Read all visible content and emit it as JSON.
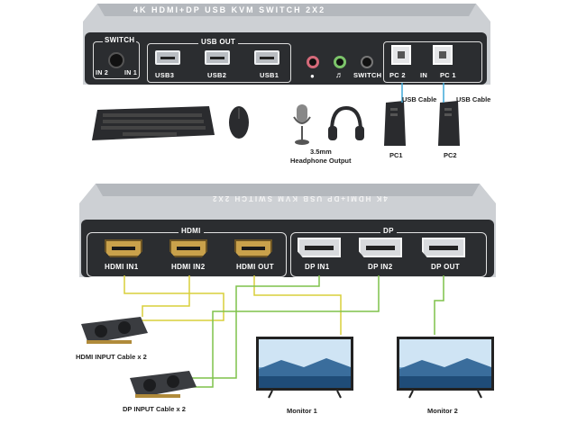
{
  "top_device": {
    "title": "4K HDMI+DP USB KVM SWITCH 2X2",
    "switch_group_label": "SWITCH",
    "in2_label": "IN 2",
    "in1_label": "IN 1",
    "usb_out_label": "USB OUT",
    "usb3_label": "USB3",
    "usb2_label": "USB2",
    "usb1_label": "USB1",
    "switch_jack_label": "SWITCH",
    "pc2_label": "PC 2",
    "in_label": "IN",
    "pc1_label": "PC 1"
  },
  "top_annotations": {
    "usb_cable_1": "USB Cable",
    "usb_cable_2": "USB Cable",
    "headphone_label_line1": "3.5mm",
    "headphone_label_line2": "Headphone Output",
    "pc1_label": "PC1",
    "pc2_label": "PC2"
  },
  "bottom_device": {
    "title": "4K HDMI+DP USB KVM SWITCH 2X2",
    "hdmi_group_label": "HDMI",
    "dp_group_label": "DP",
    "port_labels": [
      "HDMI IN1",
      "HDMI IN2",
      "HDMI OUT",
      "DP IN1",
      "DP IN2",
      "DP OUT"
    ]
  },
  "bottom_annotations": {
    "hdmi_input_cable": "HDMI INPUT Cable x 2",
    "dp_input_cable": "DP INPUT Cable x 2",
    "monitor1": "Monitor 1",
    "monitor2": "Monitor 2"
  },
  "colors": {
    "device_body": "#2b2d30",
    "device_shell": "#c8cbcf",
    "hdmi_cable": "#d9cf3a",
    "dp_cable": "#7fc24a",
    "pc_cable": "#3fa9d8"
  }
}
